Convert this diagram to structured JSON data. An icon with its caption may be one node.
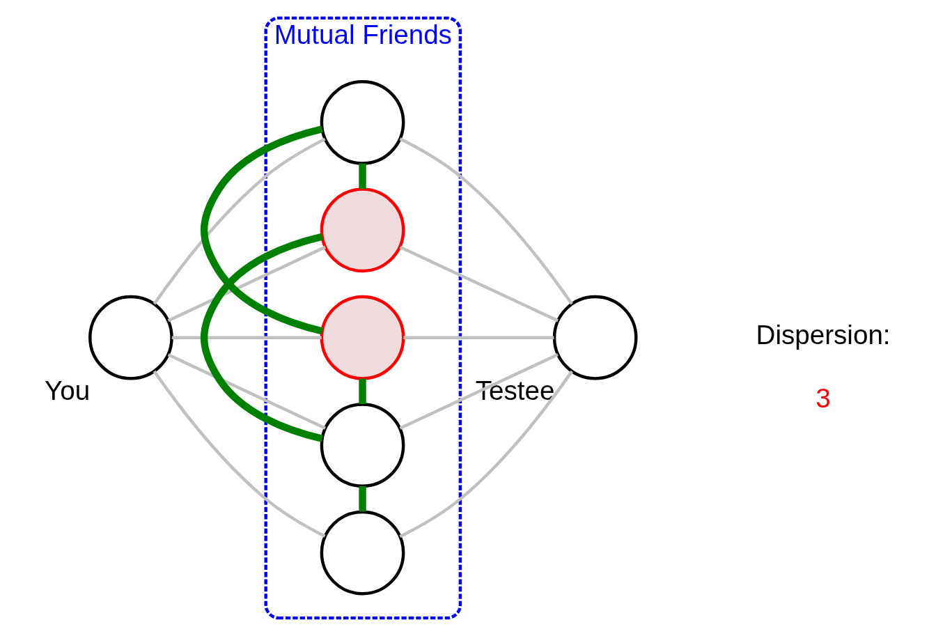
{
  "diagram": {
    "nodes": [
      {
        "text": [
          "You"
        ]
      },
      {
        "text": [
          "Mutual Friends"
        ]
      },
      {
        "text": [],
        "shape": "circle",
        "in": 1
      },
      {
        "text": [],
        "shape": "circle",
        "in": 1
      },
      {
        "text": [],
        "shape": "circle",
        "in": 1
      },
      {
        "text": [],
        "shape": "circle",
        "in": 1
      },
      {
        "text": [],
        "shape": "circle",
        "in": 1
      },
      {
        "text": [
          "Testee"
        ]
      }
    ],
    "edges": [
      {
        "from": 0,
        "to": 2,
        "arrow": "none"
      },
      {
        "from": 0,
        "to": 3,
        "arrow": "none"
      },
      {
        "from": 0,
        "to": 4,
        "arrow": "none"
      },
      {
        "from": 0,
        "to": 5,
        "arrow": "none"
      },
      {
        "from": 0,
        "to": 6,
        "arrow": "none"
      },
      {
        "from": 2,
        "to": 7,
        "arrow": "none"
      },
      {
        "from": 3,
        "to": 7,
        "arrow": "none"
      },
      {
        "from": 4,
        "to": 7,
        "arrow": "none"
      },
      {
        "from": 5,
        "to": 7,
        "arrow": "none"
      },
      {
        "from": 6,
        "to": 7,
        "arrow": "none"
      },
      {
        "from": 2,
        "to": 4,
        "arrow": "none",
        "style": "thick",
        "color": "#008000"
      },
      {
        "from": 2,
        "to": 3,
        "arrow": "none",
        "style": "thick",
        "color": "#008000"
      },
      {
        "from": 3,
        "to": 5,
        "arrow": "none",
        "style": "thick",
        "color": "#008000"
      },
      {
        "from": 4,
        "to": 5,
        "arrow": "none",
        "style": "thick",
        "color": "#008000"
      },
      {
        "from": 5,
        "to": 6,
        "arrow": "none",
        "style": "thick",
        "color": "#008000"
      }
    ],
    "labels": [
      "Dispersion:",
      "3"
    ]
  }
}
